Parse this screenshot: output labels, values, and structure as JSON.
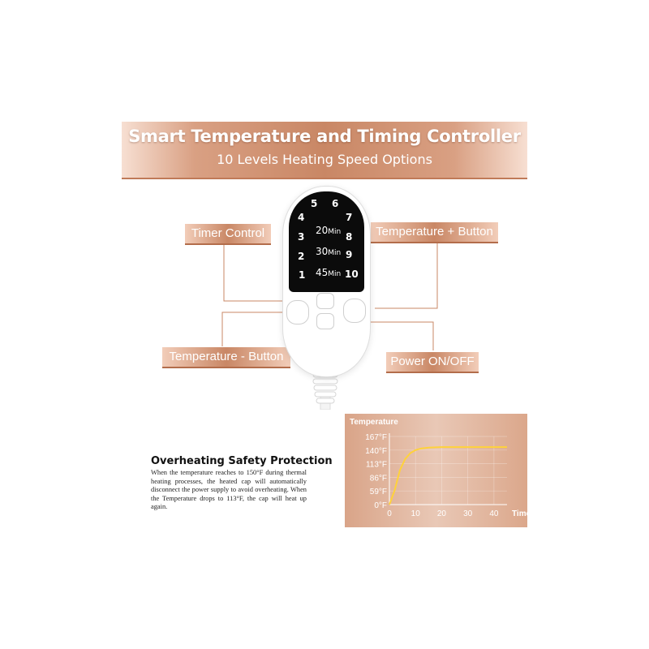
{
  "banner": {
    "title": "Smart Temperature and Timing Controller",
    "subtitle": "10 Levels Heating Speed Options"
  },
  "labels": {
    "timer": "Timer Control",
    "temp_plus": "Temperature + Button",
    "temp_minus": "Temperature - Button",
    "power": "Power ON/OFF"
  },
  "remote": {
    "levels": [
      "1",
      "2",
      "3",
      "4",
      "5",
      "6",
      "7",
      "8",
      "9",
      "10"
    ],
    "timers": [
      {
        "value": "20",
        "unit": "Min"
      },
      {
        "value": "30",
        "unit": "Min"
      },
      {
        "value": "45",
        "unit": "Min"
      }
    ]
  },
  "overheat": {
    "title": "Overheating Safety Protection",
    "text": "When the temperature reaches to 150°F during thermal heating processes, the heated cap will automatically disconnect the power supply to avoid overheating.  When the Temperature drops to 113°F, the cap will heat up again."
  },
  "colors": {
    "accent": "#c98765",
    "curve": "#ffd23a"
  },
  "chart_data": {
    "type": "line",
    "title": "Temperature",
    "xlabel": "Time",
    "ylabel": "",
    "x_ticks": [
      "0",
      "10",
      "20",
      "30",
      "40"
    ],
    "y_ticks": [
      "0°F",
      "59°F",
      "86°F",
      "113°F",
      "140°F",
      "167°F"
    ],
    "xlim": [
      0,
      45
    ],
    "series": [
      {
        "x": [
          0,
          2,
          4,
          6,
          8,
          10,
          12,
          15,
          20,
          30,
          40,
          45
        ],
        "y": [
          0,
          60,
          100,
          122,
          134,
          140,
          143,
          145,
          146,
          146,
          146,
          146
        ]
      }
    ],
    "grid": true
  }
}
